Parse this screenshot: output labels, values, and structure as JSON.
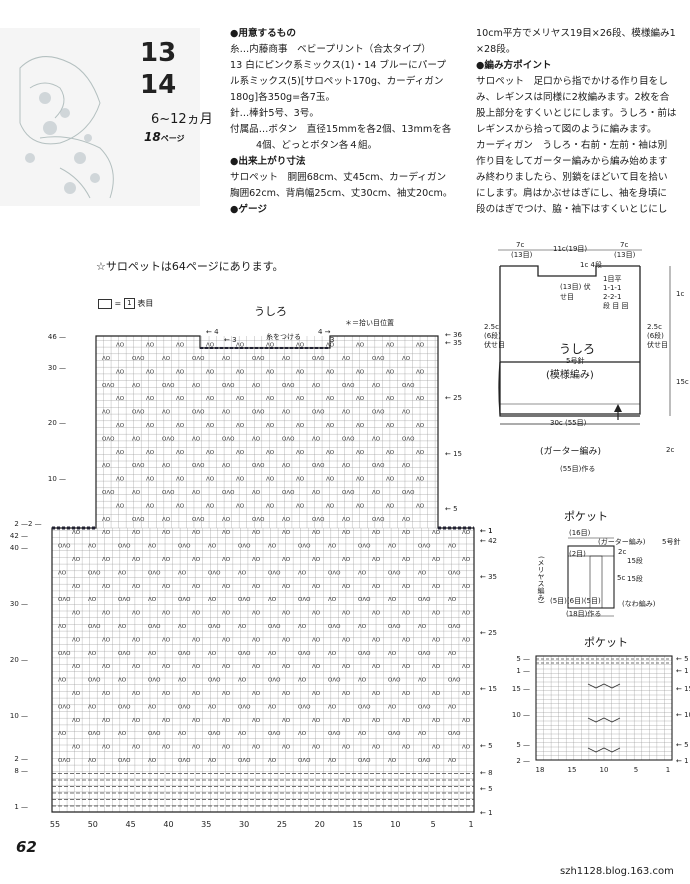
{
  "header": {
    "num1": "13",
    "num2": "14",
    "age": "6~12ヵ月",
    "page_ref": "18",
    "page_ref_suffix": "ページ"
  },
  "materials": {
    "heading": "●用意するもの",
    "lines": [
      "糸…内藤商事　ベビープリント（合太タイプ）",
      "13 白にピンク系ミックス(1)・14 ブルーにパープ",
      "ル系ミックス(5)[サロペット170g、カーディガン",
      "180g]各350g=各7玉。",
      "針…棒針5号、3号。",
      "付属品…ボタン　直径15mmを各2個、13mmを各",
      "4個、どっとボタン各４組。"
    ],
    "size_heading": "●出来上がり寸法",
    "size_lines": [
      "サロペット　胴囲68cm、丈45cm、カーディガン",
      "胸囲62cm、背肩幅25cm、丈30cm、袖丈20cm。"
    ],
    "gauge_heading": "●ゲージ"
  },
  "method": {
    "lines_top": [
      "10cm平方でメリヤス19目×26段、模様編み1",
      "×28段。"
    ],
    "heading": "●編み方ポイント",
    "lines": [
      "サロペット　足口から指でかける作り目をし",
      "み、レギンスは同様に2枚編みます。2枚を合",
      "股上部分をすくいとじにします。うしろ・前は",
      "レギンスから拾って図のように編みます。",
      "カーディガン　うしろ・右前・左前・袖は別",
      "作り目をしてガーター編みから編み始めます",
      "み終わりましたら、別鎖をほどいて目を拾い",
      "にします。肩はかぶせはぎにし、袖を身頃に",
      "段のはぎでつけ、脇・袖下はすくいとじにし"
    ]
  },
  "note": "☆サロペットは64ページにあります。",
  "chart": {
    "legend_value": "1",
    "legend_text": "表目",
    "title": "うしろ",
    "pickup_note": "＊＝拾い目位置",
    "button_note": "糸をつける",
    "left_labels": [
      "46",
      "30",
      "20",
      "10",
      "2",
      "42",
      "40",
      "30",
      "20",
      "10",
      "2",
      "8",
      "1"
    ],
    "right_labels": [
      "36",
      "35",
      "25",
      "15",
      "5",
      "1",
      "42",
      "35",
      "25",
      "15",
      "5",
      "8",
      "5",
      "1"
    ],
    "bottom_labels": [
      "55",
      "50",
      "45",
      "40",
      "35",
      "30",
      "25",
      "20",
      "15",
      "10",
      "5",
      "1"
    ],
    "shoulder_left": [
      "4",
      "3"
    ],
    "shoulder_right": [
      "4",
      "3"
    ],
    "bind_left": "2",
    "bind_right": "1"
  },
  "schematic": {
    "top_widths": [
      "7c",
      "11c(19目)",
      "7c"
    ],
    "top_sts": [
      "(13目)",
      "(13目)"
    ],
    "neck": "1c 4段",
    "neck_ins": "(13目) 伏せ目",
    "dec_lines": [
      "1目平",
      "1-1-1",
      "2-2-1",
      "段 目 回"
    ],
    "side_l": [
      "2.5c",
      "(6段)",
      "伏せ目"
    ],
    "side_r": [
      "2.5c",
      "(6段)",
      "伏せ目"
    ],
    "name": "うしろ",
    "needle": "5号針",
    "pattern": "(模様編み)",
    "width": "30c (55目)",
    "band": "(ガーター編み)",
    "cast": "(55目)作る",
    "heights": [
      "1c",
      "15c",
      "2c"
    ]
  },
  "pocket": {
    "title": "ポケット",
    "sts": "(16目)",
    "top": "(ガーター編み)",
    "needle": "5号針",
    "side_left": "(メリヤス編み)",
    "inner": "(2目)",
    "inner2": "(5目)(6目)(5目)",
    "right_cable": "(なわ編み)",
    "cast": "(18目)作る",
    "dims": [
      "2c",
      "15段",
      "5c",
      "15段"
    ],
    "chart_title": "ポケット",
    "chart_left": [
      "5",
      "1",
      "15",
      "10",
      "5",
      "2"
    ],
    "chart_right": [
      "5",
      "1",
      "15",
      "10",
      "5",
      "1"
    ],
    "chart_bottom": [
      "18",
      "15",
      "10",
      "5",
      "1"
    ]
  },
  "footer": {
    "page": "62",
    "watermark": "szh1128.blog.163.com"
  }
}
